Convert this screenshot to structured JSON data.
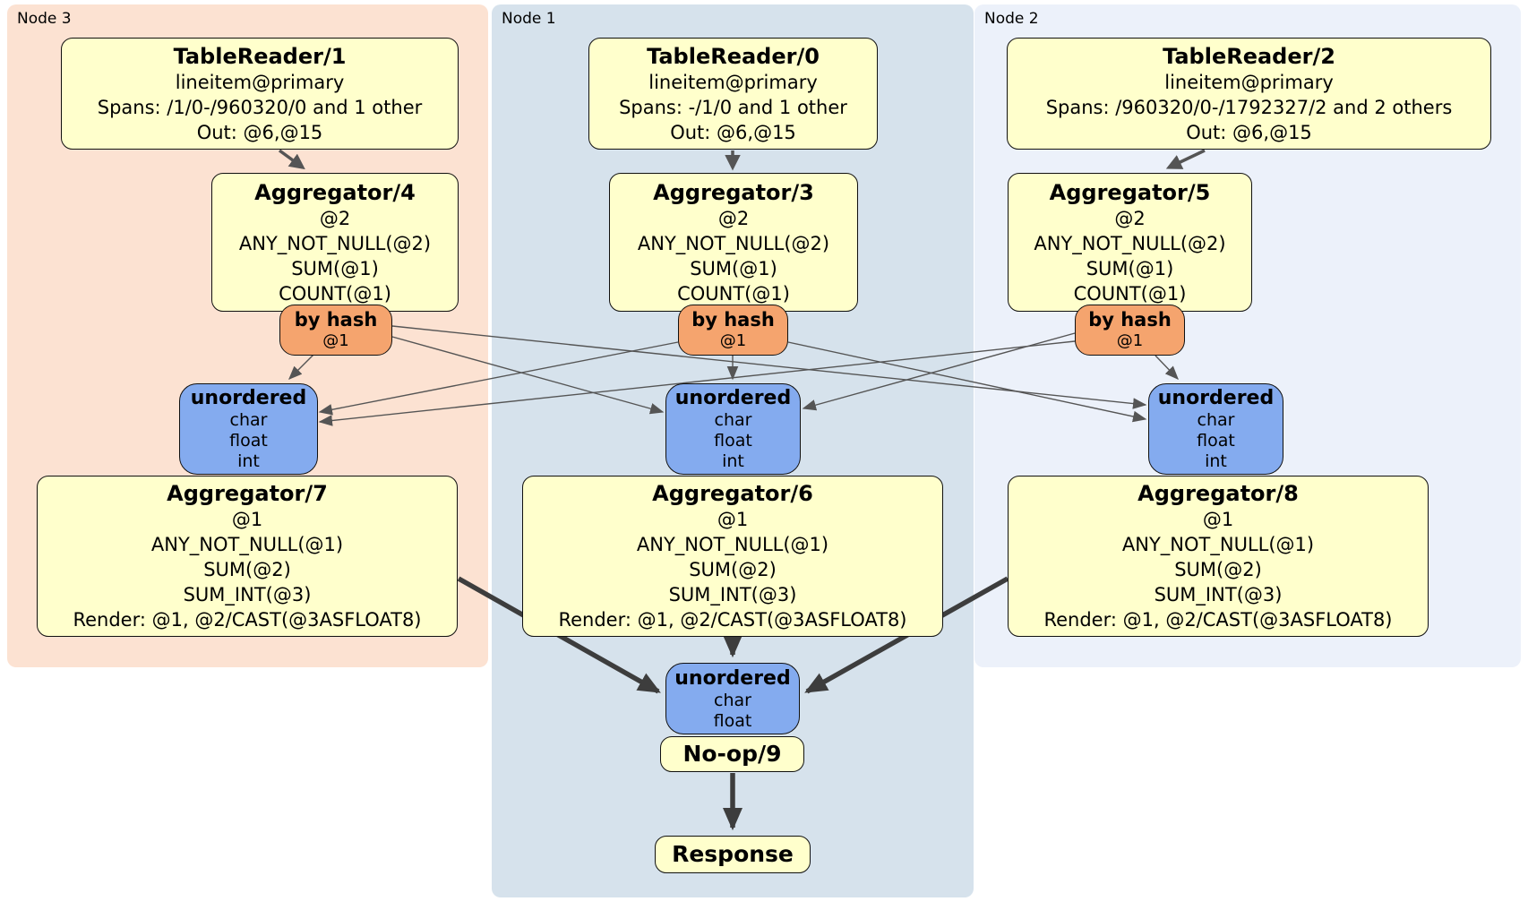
{
  "regions": [
    {
      "label": "Node 3"
    },
    {
      "label": "Node 1"
    },
    {
      "label": "Node 2"
    }
  ],
  "processors": {
    "tr1": {
      "title": "TableReader/1",
      "lines": [
        "lineitem@primary",
        "Spans: /1/0-/960320/0 and 1 other",
        "Out: @6,@15"
      ]
    },
    "tr0": {
      "title": "TableReader/0",
      "lines": [
        "lineitem@primary",
        "Spans: -/1/0 and 1 other",
        "Out: @6,@15"
      ]
    },
    "tr2": {
      "title": "TableReader/2",
      "lines": [
        "lineitem@primary",
        "Spans: /960320/0-/1792327/2 and 2 others",
        "Out: @6,@15"
      ]
    },
    "agg4": {
      "title": "Aggregator/4",
      "lines": [
        "@2",
        "ANY_NOT_NULL(@2)",
        "SUM(@1)",
        "COUNT(@1)"
      ]
    },
    "agg3": {
      "title": "Aggregator/3",
      "lines": [
        "@2",
        "ANY_NOT_NULL(@2)",
        "SUM(@1)",
        "COUNT(@1)"
      ]
    },
    "agg5": {
      "title": "Aggregator/5",
      "lines": [
        "@2",
        "ANY_NOT_NULL(@2)",
        "SUM(@1)",
        "COUNT(@1)"
      ]
    },
    "router3": {
      "title": "by hash",
      "lines": [
        "@1"
      ]
    },
    "router1": {
      "title": "by hash",
      "lines": [
        "@1"
      ]
    },
    "router2": {
      "title": "by hash",
      "lines": [
        "@1"
      ]
    },
    "sync3": {
      "title": "unordered",
      "lines": [
        "char",
        "float",
        "int"
      ]
    },
    "sync1": {
      "title": "unordered",
      "lines": [
        "char",
        "float",
        "int"
      ]
    },
    "sync2": {
      "title": "unordered",
      "lines": [
        "char",
        "float",
        "int"
      ]
    },
    "agg7": {
      "title": "Aggregator/7",
      "lines": [
        "@1",
        "ANY_NOT_NULL(@1)",
        "SUM(@2)",
        "SUM_INT(@3)",
        "Render: @1, @2/CAST(@3ASFLOAT8)"
      ]
    },
    "agg6": {
      "title": "Aggregator/6",
      "lines": [
        "@1",
        "ANY_NOT_NULL(@1)",
        "SUM(@2)",
        "SUM_INT(@3)",
        "Render: @1, @2/CAST(@3ASFLOAT8)"
      ]
    },
    "agg8": {
      "title": "Aggregator/8",
      "lines": [
        "@1",
        "ANY_NOT_NULL(@1)",
        "SUM(@2)",
        "SUM_INT(@3)",
        "Render: @1, @2/CAST(@3ASFLOAT8)"
      ]
    },
    "final_sync": {
      "title": "unordered",
      "lines": [
        "char",
        "float"
      ]
    },
    "noop": {
      "title": "No-op/9"
    },
    "response": {
      "title": "Response"
    }
  },
  "colors": {
    "node3_bg": "#fce2d2",
    "node1_bg": "#d6e2ec",
    "node2_bg": "#ecf1fa",
    "proc_fill": "#ffffcc",
    "router_fill": "#f5a46e",
    "sync_fill": "#84abef",
    "edge_gray": "#555555",
    "edge_dark": "#3d3d3d"
  }
}
